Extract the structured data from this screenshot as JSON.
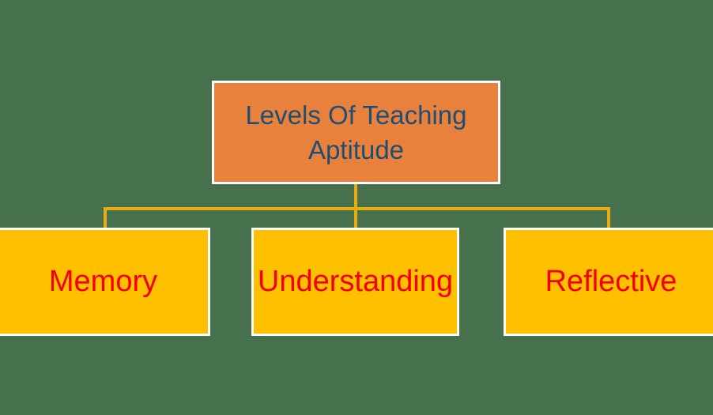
{
  "diagram": {
    "type": "hierarchy-org-chart",
    "background_color": "#47714D",
    "border_color": "#FFFFFF",
    "connector_color": "#E8AC10",
    "root": {
      "label": "Levels Of Teaching Aptitude",
      "label_line1": "Levels Of Teaching",
      "label_line2": "Aptitude",
      "fill_color": "#E8813B",
      "text_color": "#1F4E74"
    },
    "children": [
      {
        "label": "Memory"
      },
      {
        "label": "Understanding"
      },
      {
        "label": "Reflective"
      }
    ],
    "child_fill_color": "#FFC000",
    "child_text_color": "#F40000"
  }
}
